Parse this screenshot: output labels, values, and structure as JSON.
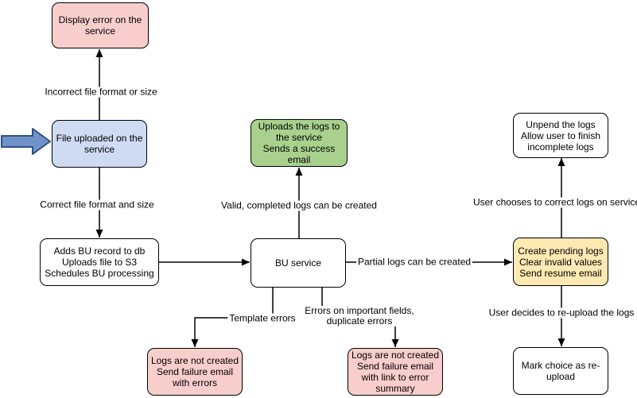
{
  "colors": {
    "error_node_fill": "#F8CECC",
    "entry_node_fill": "#CEDBF3",
    "success_node_fill": "#A9D18E",
    "pending_node_fill": "#FFE9B3",
    "plain_node_fill": "#FFFFFF",
    "input_arrow_fill": "#7191C9",
    "input_arrow_stroke": "#2F4F85",
    "line_color": "#000000"
  },
  "nodes": {
    "display_error": {
      "text": "Display error on the\nservice",
      "color": "#F8CECC"
    },
    "file_uploaded": {
      "text": "File uploaded on the\nservice",
      "color": "#CEDBF3"
    },
    "adds_bu_record": {
      "text": "Adds BU record to db\nUploads file to S3\nSchedules BU processing",
      "color": "#FFFFFF"
    },
    "uploads_logs": {
      "text": "Uploads the logs to\nthe service\nSends a success\nemail",
      "color": "#A9D18E"
    },
    "bu_service": {
      "text": "BU service",
      "color": "#FFFFFF"
    },
    "create_pending": {
      "text": "Create pending logs\nClear invalid values\nSend resume email",
      "color": "#FFE9B3"
    },
    "unpend_logs": {
      "text": "Unpend the logs\nAllow user to finish\nincomplete logs",
      "color": "#FFFFFF"
    },
    "mark_reupload": {
      "text": "Mark choice as re-\nupload",
      "color": "#FFFFFF"
    },
    "logs_not_created_errors": {
      "text": "Logs are not created\nSend failure email\nwith errors",
      "color": "#F8CECC"
    },
    "logs_not_created_summary": {
      "text": "Logs are not created\nSend failure email\nwith link to error\nsummary",
      "color": "#F8CECC"
    }
  },
  "edge_labels": {
    "incorrect_format": "Incorrect file format or size",
    "correct_format": "Correct file format and size",
    "valid_logs": "Valid, completed logs can be created",
    "partial_logs": "Partial logs can be created",
    "correct_on_service": "User chooses to correct logs on service",
    "reupload_logs": "User decides to re-upload the logs",
    "template_errors": "Template errors",
    "important_fields": "Errors on important fields,\nduplicate errors"
  },
  "icons": {
    "input_arrow": "thick-right-arrow"
  }
}
